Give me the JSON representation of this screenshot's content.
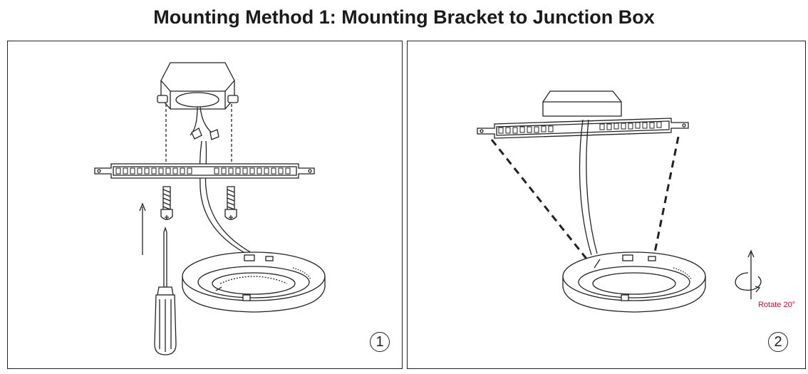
{
  "title": "Mounting Method 1: Mounting Bracket to Junction Box",
  "panels": [
    {
      "step": "1"
    },
    {
      "step": "2",
      "rotate_label": "Rotate 20°"
    }
  ],
  "colors": {
    "line": "#222222",
    "accent": "#c8102e"
  },
  "icons": [
    "junction-box-icon",
    "mounting-bracket-icon",
    "screw-icon",
    "screwdriver-icon",
    "arrow-up-icon",
    "light-fixture-ring-icon",
    "rotate-icon"
  ]
}
